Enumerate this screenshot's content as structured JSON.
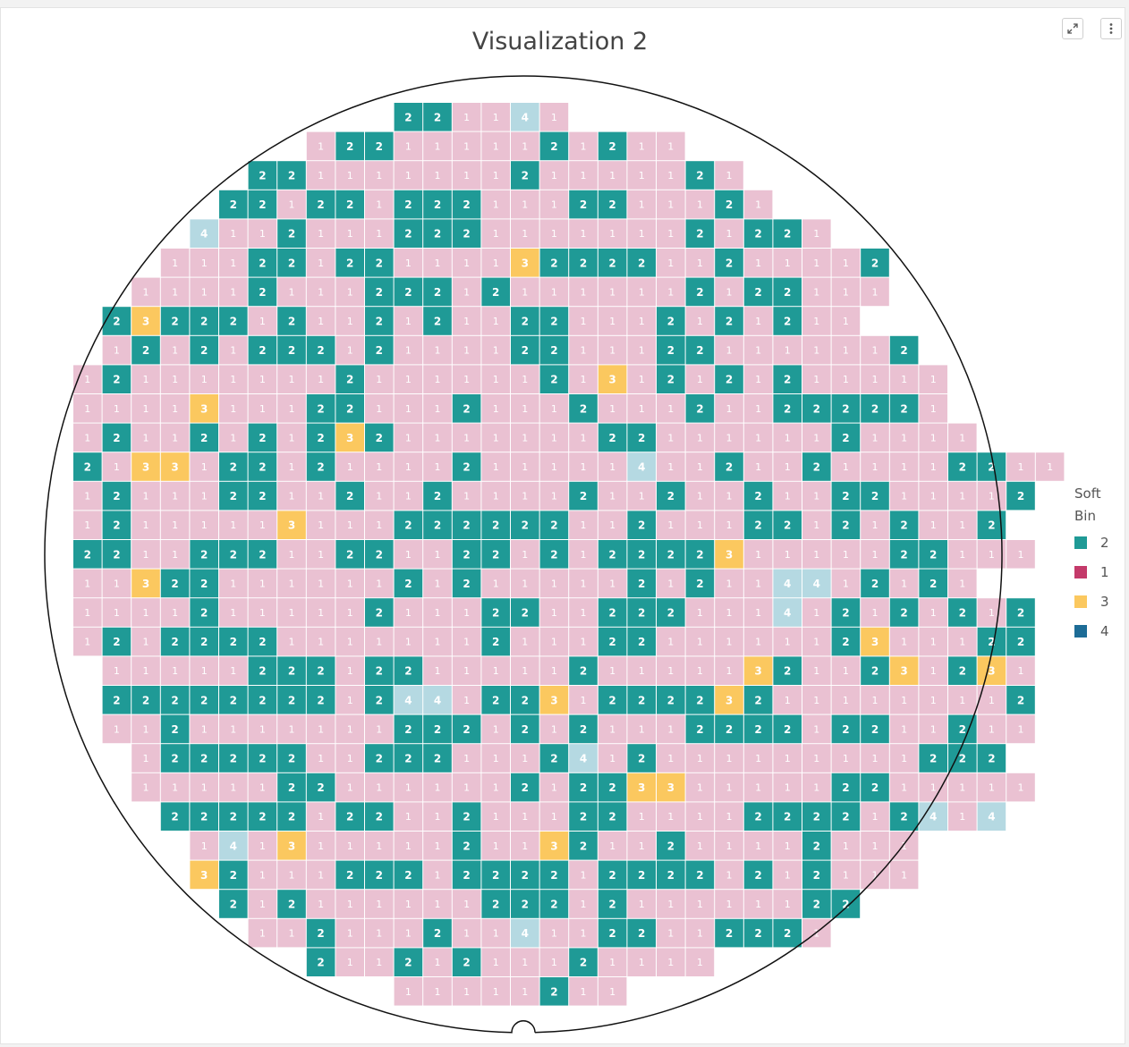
{
  "title": "Visualization 2",
  "toolbar": {
    "expand_icon": "expand-icon",
    "menu_icon": "vertical-dots-icon"
  },
  "legend": {
    "title_line1": "Soft",
    "title_line2": "Bin",
    "items": [
      {
        "label": "2",
        "color": "#1f9a96"
      },
      {
        "label": "1",
        "color": "#c43a6a"
      },
      {
        "label": "3",
        "color": "#fbc85f"
      },
      {
        "label": "4",
        "color": "#1d6c96"
      }
    ]
  },
  "chart_data": {
    "type": "heatmap",
    "title": "Visualization 2",
    "legend_title": "Soft Bin",
    "categories": [
      "2",
      "1",
      "3",
      "4"
    ],
    "cell_colors": {
      "1": "#eac1d2",
      "2": "#1f9a96",
      "3": "#fbc85f",
      "4": "#b5d9e2"
    },
    "grid_rows": [
      "...........221141..........",
      "........1221111121211......",
      "......22111111121111121....",
      ".....2212212221112211121...",
      "....4112111222111111121221.",
      "...1112212211113222211211112",
      "..11112111222121111112122111",
      ".23222121121211221112121211",
      ".1212122212111122111221111112",
      "121111111211111121312121211111",
      "111131112211121112111211222221",
      "1211212123211111112211111121111",
      "2133122121111211111411211211112211",
      "121112211211211112112112112211112",
      "12111113111222222112111221212112",
      "221122211221122121222231111122111",
      "1132211111121211111212114412121",
      "111121111121112211222111412121212",
      "121222211111112111221111112311122",
      ".11111222122111112111113211231231",
      ".22222222124412231222232111111112",
      ".11211111112221212111222212211211",
      "..122222112221112412111111111222",
      "..1111122111111212233111112211111",
      "...22222122112111221111222212414",
      "....1413111112113211211112111",
      "....3211122212222122221212111",
      ".....2121111112221211111122..",
      "......11211121141122112221..",
      "........21121211121111......",
      "...........11111211..........."
    ]
  }
}
